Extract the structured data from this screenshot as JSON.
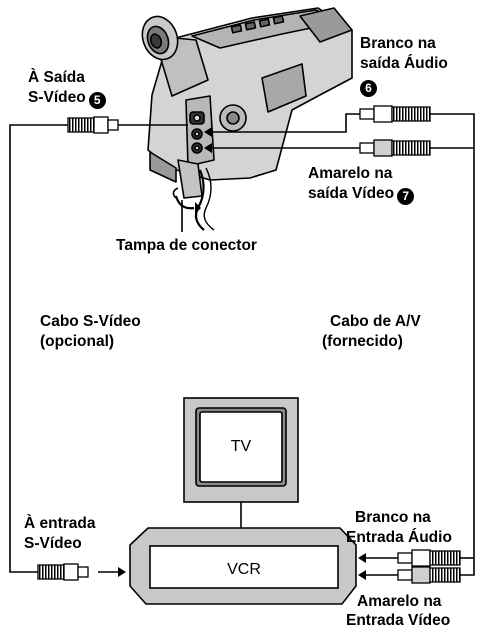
{
  "labels": {
    "s_video_out_line1": "À Saída",
    "s_video_out_line2": "S-Vídeo",
    "s_video_out_step": "5",
    "audio_out_line1": "Branco na",
    "audio_out_line2": "saída Áudio",
    "audio_out_step": "6",
    "video_out_line1": "Amarelo na",
    "video_out_line2": "saída Vídeo",
    "video_out_step": "7",
    "connector_cover": "Tampa de conector",
    "s_video_cable_line1": "Cabo S-Vídeo",
    "s_video_cable_line2": "(opcional)",
    "av_cable_line1": "Cabo de A/V",
    "av_cable_line2": "(fornecido)",
    "tv": "TV",
    "vcr": "VCR",
    "s_video_in_line1": "À entrada",
    "s_video_in_line2": "S-Vídeo",
    "audio_in_line1": "Branco na",
    "audio_in_line2": "Entrada Áudio",
    "video_in_line1": "Amarelo na",
    "video_in_line2": "Entrada Vídeo"
  },
  "colors": {
    "line": "#000000",
    "device_fill": "#c8c8c8",
    "device_dark": "#8a8a8a",
    "white": "#ffffff"
  }
}
